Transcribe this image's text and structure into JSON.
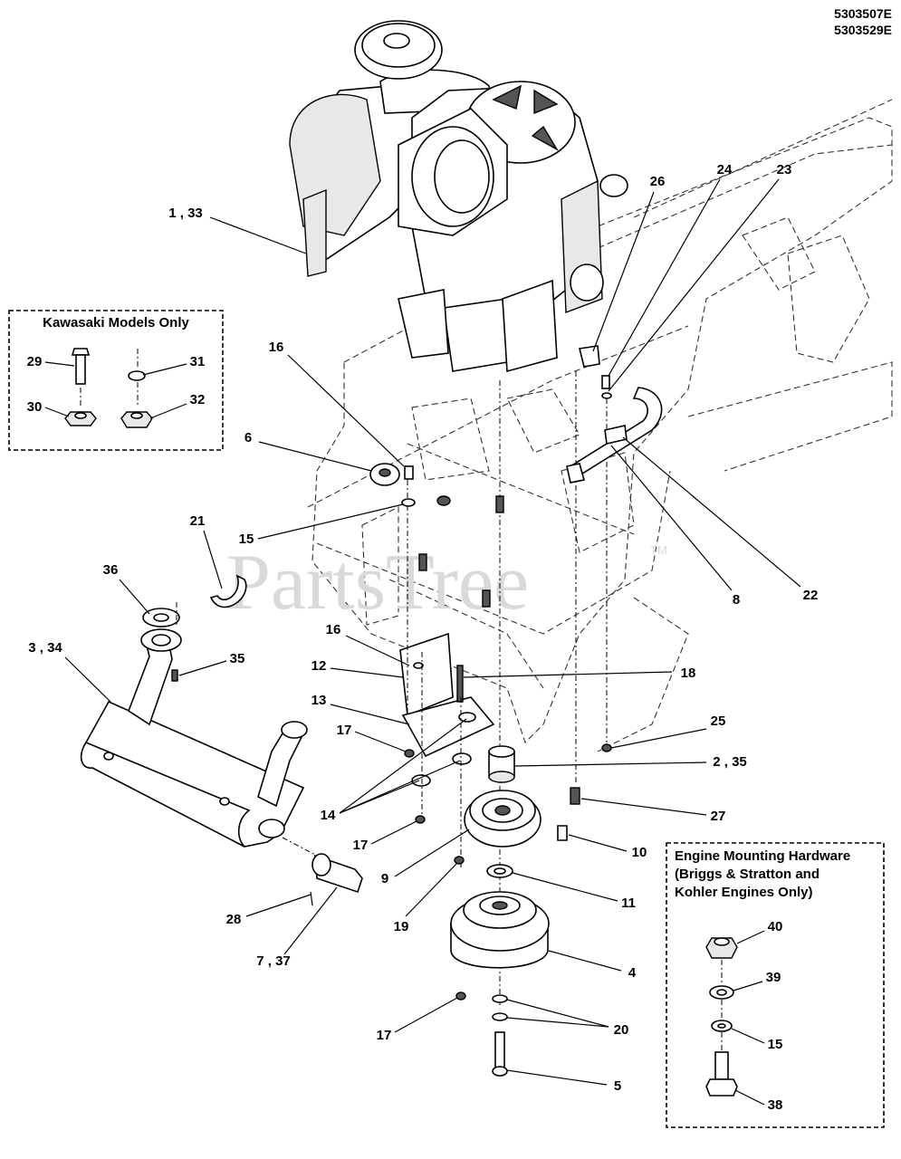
{
  "document": {
    "part_numbers": [
      "5303507E",
      "5303529E"
    ],
    "watermark": "PartsTree",
    "trademark": "TM"
  },
  "kawasaki_box": {
    "title": "Kawasaki Models Only",
    "labels": [
      "29",
      "31",
      "30",
      "32"
    ]
  },
  "hardware_box": {
    "title_lines": [
      "Engine Mounting Hardware",
      "(Briggs & Stratton and",
      "Kohler Engines Only)"
    ],
    "labels": [
      "40",
      "39",
      "15",
      "38"
    ]
  },
  "callouts": [
    "1 , 33",
    "26",
    "24",
    "23",
    "16",
    "6",
    "21",
    "15",
    "36",
    "3 , 34",
    "35",
    "16",
    "12",
    "13",
    "17",
    "14",
    "17",
    "9",
    "19",
    "28",
    "7 , 37",
    "17",
    "8",
    "22",
    "18",
    "25",
    "2 , 35",
    "27",
    "10",
    "11",
    "4",
    "20",
    "5"
  ]
}
